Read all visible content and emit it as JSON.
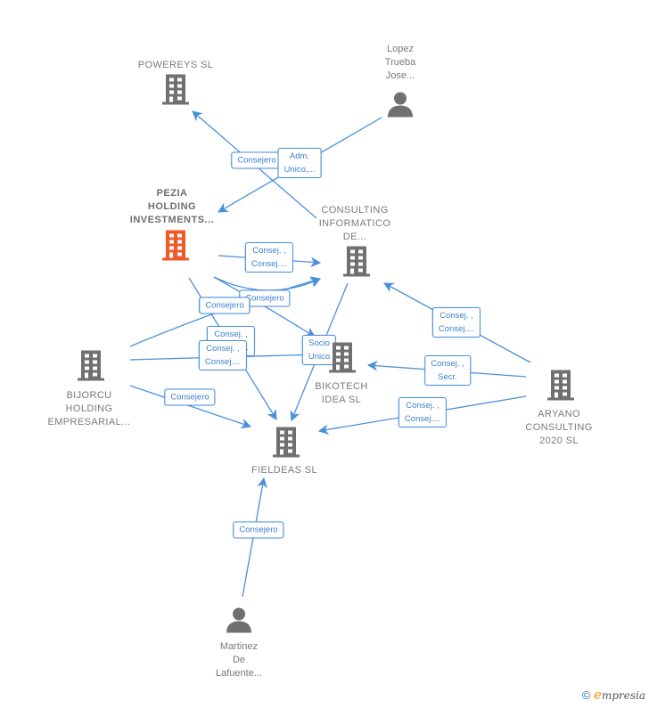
{
  "colors": {
    "edge": "#4a8fdc",
    "company_icon": "#707070",
    "main_company_icon": "#f05a28",
    "person_icon": "#707070",
    "label_text": "#7a7a7a",
    "edge_label_text": "#3b7fd0"
  },
  "nodes": [
    {
      "id": "powereys",
      "type": "company",
      "label": "POWEREYS SL",
      "icon": "building-icon"
    },
    {
      "id": "lopez",
      "type": "person",
      "label": "Lopez\nTrueba\nJose...",
      "icon": "person-icon"
    },
    {
      "id": "pezia",
      "type": "main-company",
      "label": "PEZIA\nHOLDING\nINVESTMENTS...",
      "icon": "building-icon"
    },
    {
      "id": "consulting",
      "type": "company",
      "label": "CONSULTING\nINFORMATICO\nDE...",
      "icon": "building-icon"
    },
    {
      "id": "bijorcu",
      "type": "company",
      "label": "BIJORCU\nHOLDING\nEMPRESARIAL...",
      "icon": "building-icon"
    },
    {
      "id": "bikotech",
      "type": "company",
      "label": "BIKOTECH\nIDEA  SL",
      "icon": "building-icon"
    },
    {
      "id": "aryano",
      "type": "company",
      "label": "ARYANO\nCONSULTING\n2020  SL",
      "icon": "building-icon"
    },
    {
      "id": "fieldeas",
      "type": "company",
      "label": "FIELDEAS  SL",
      "icon": "building-icon"
    },
    {
      "id": "martinez",
      "type": "person",
      "label": "Martinez\nDe\nLafuente...",
      "icon": "person-icon"
    }
  ],
  "edges": [
    {
      "from": "consulting",
      "to": "powereys",
      "label": "Consejero"
    },
    {
      "from": "lopez",
      "to": "pezia",
      "label": "Adm.\nUnico,..."
    },
    {
      "from": "pezia",
      "to": "consulting",
      "label": "Consej. ,\nConsej...."
    },
    {
      "from": "pezia",
      "to": "consulting",
      "label": "Consejero"
    },
    {
      "from": "pezia",
      "to": "bikotech",
      "label": "Consejero"
    },
    {
      "from": "bijorcu",
      "to": "consulting",
      "label": "Consejero"
    },
    {
      "from": "pezia",
      "to": "fieldeas",
      "label": "Consej. ,\nConsej...."
    },
    {
      "from": "bijorcu",
      "to": "bikotech",
      "label": "Consej. ,\nConsej...."
    },
    {
      "from": "bijorcu",
      "to": "fieldeas",
      "label": "Consejero"
    },
    {
      "from": "consulting",
      "to": "fieldeas",
      "label": "Socio\nUnico"
    },
    {
      "from": "aryano",
      "to": "consulting",
      "label": "Consej. ,\nConsej...."
    },
    {
      "from": "aryano",
      "to": "bikotech",
      "label": "Consej. ,\nSecr."
    },
    {
      "from": "aryano",
      "to": "fieldeas",
      "label": "Consej. ,\nConsej...."
    },
    {
      "from": "martinez",
      "to": "fieldeas",
      "label": "Consejero"
    }
  ],
  "footer": {
    "copyright": "©",
    "brand_initial": "e",
    "brand_rest": "mpresia"
  }
}
